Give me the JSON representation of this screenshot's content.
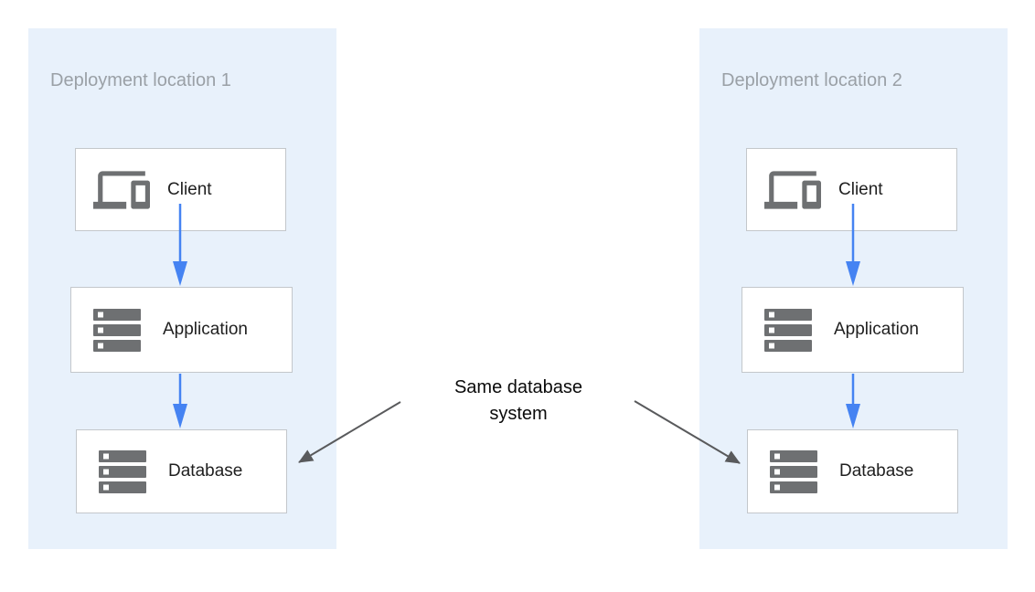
{
  "colors": {
    "panel_bg": "#e8f1fb",
    "panel_title": "#9aa0a6",
    "node_bg": "#ffffff",
    "node_border": "#c3c7cb",
    "node_label": "#1f1f1f",
    "icon_gray": "#6e7072",
    "arrow_blue": "#4583f2",
    "arrow_dark": "#595a5c",
    "annotation_text": "#0a0a0a"
  },
  "locations": [
    {
      "title": "Deployment location 1",
      "nodes": [
        {
          "label": "Client",
          "icon": "client-devices-icon"
        },
        {
          "label": "Application",
          "icon": "server-stack-icon"
        },
        {
          "label": "Database",
          "icon": "server-stack-icon"
        }
      ]
    },
    {
      "title": "Deployment location 2",
      "nodes": [
        {
          "label": "Client",
          "icon": "client-devices-icon"
        },
        {
          "label": "Application",
          "icon": "server-stack-icon"
        },
        {
          "label": "Database",
          "icon": "server-stack-icon"
        }
      ]
    }
  ],
  "annotation": {
    "line1": "Same database",
    "line2": "system"
  }
}
